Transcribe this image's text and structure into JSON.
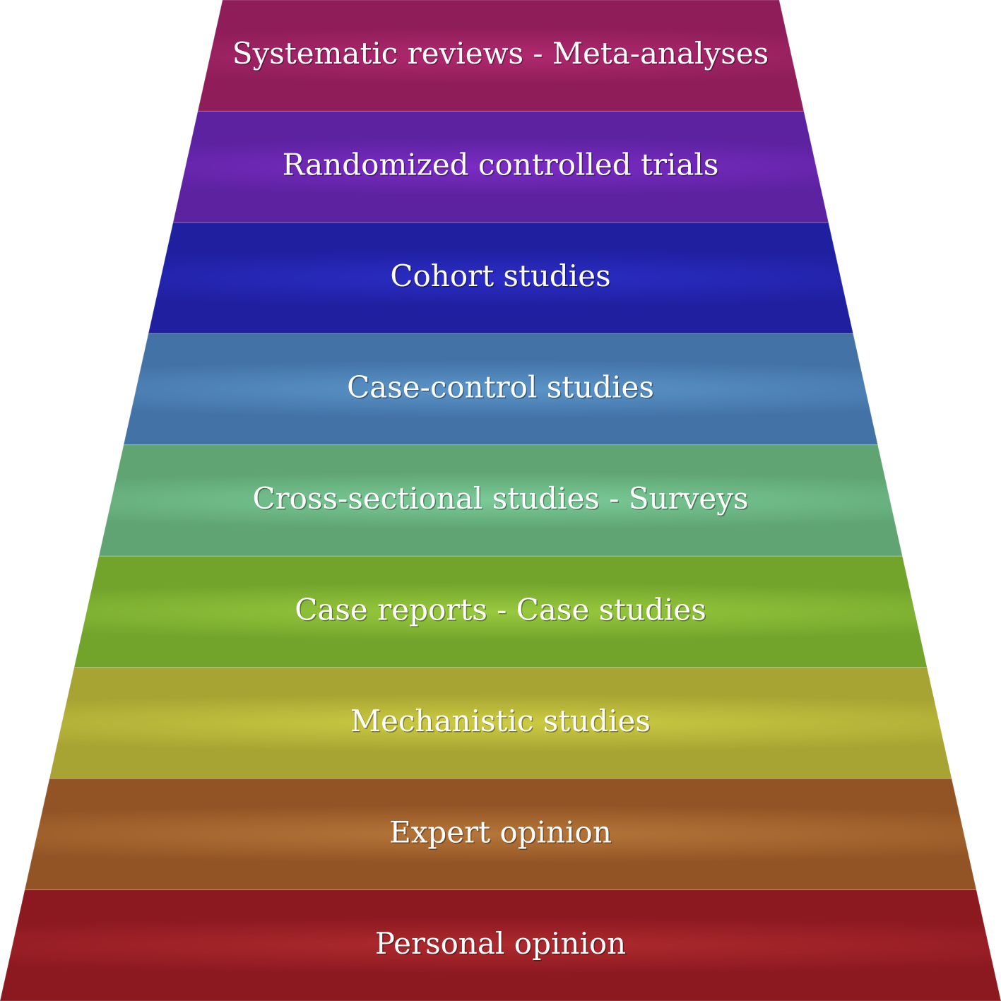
{
  "diagram": {
    "tiers": [
      {
        "label": "Systematic reviews - Meta-analyses",
        "color": "#B0296F",
        "edge_color": "#8E1D59"
      },
      {
        "label": "Randomized controlled trials",
        "color": "#7B2CC4",
        "edge_color": "#5C22A0"
      },
      {
        "label": "Cohort studies",
        "color": "#2B2DC4",
        "edge_color": "#1F1FA0"
      },
      {
        "label": "Case-control studies",
        "color": "#5B95C9",
        "edge_color": "#4372A6"
      },
      {
        "label": "Cross-sectional studies - Surveys",
        "color": "#7ACB98",
        "edge_color": "#5FA472"
      },
      {
        "label": "Case reports - Case studies",
        "color": "#98C93E",
        "edge_color": "#72A42C"
      },
      {
        "label": "Mechanistic studies",
        "color": "#CCCB42",
        "edge_color": "#A7A433"
      },
      {
        "label": "Expert opinion",
        "color": "#B5763A",
        "edge_color": "#935425"
      },
      {
        "label": "Personal opinion",
        "color": "#AD2A2E",
        "edge_color": "#8C1820"
      }
    ]
  }
}
